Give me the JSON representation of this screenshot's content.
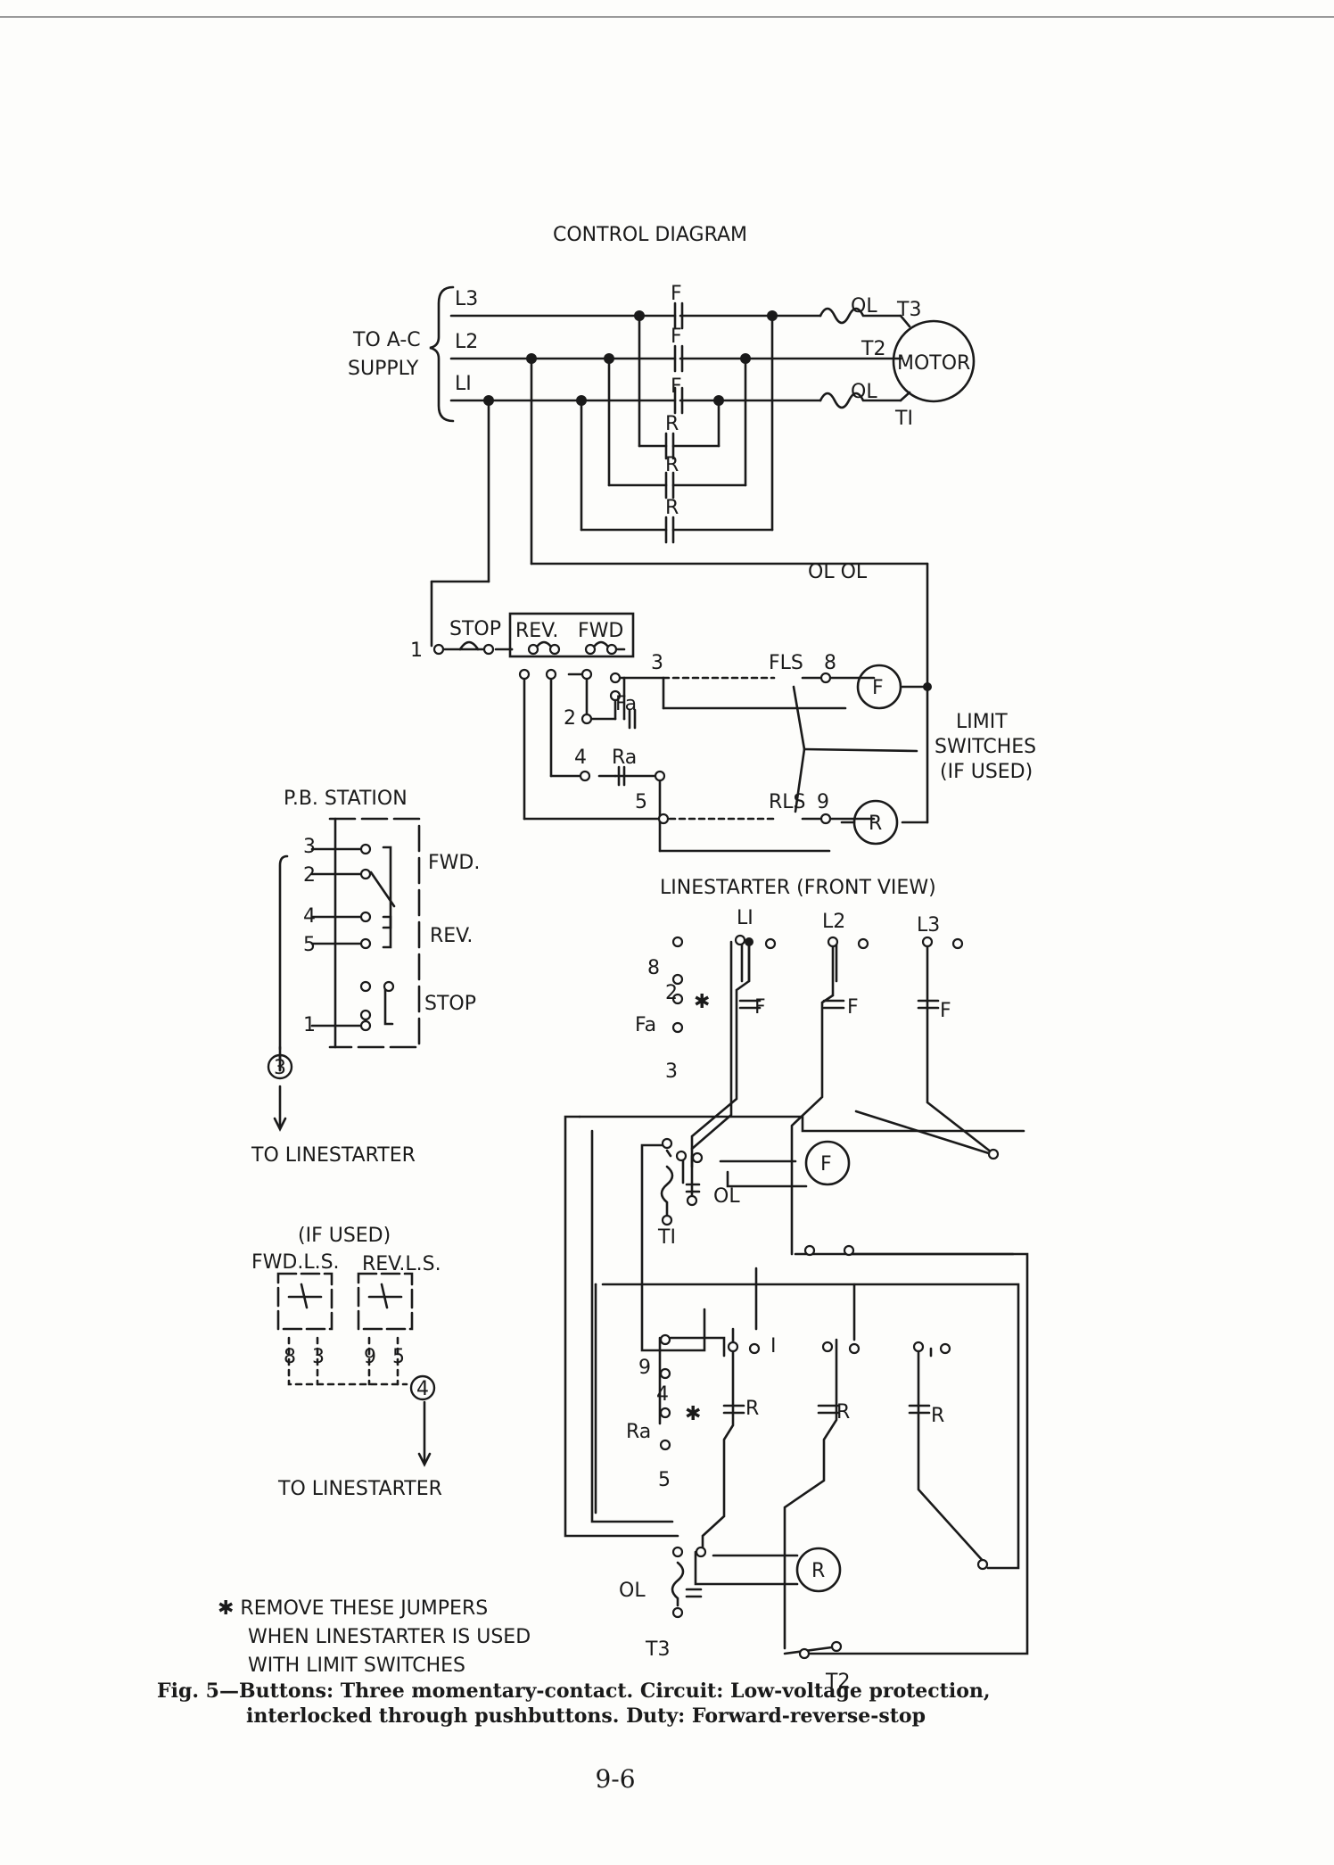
{
  "title": "CONTROL DIAGRAM",
  "supply": {
    "label_1": "TO A-C",
    "label_2": "SUPPLY",
    "lines": [
      "L3",
      "L2",
      "LI"
    ]
  },
  "motor": {
    "label": "MOTOR",
    "terminals": [
      "T3",
      "T2",
      "TI"
    ],
    "overload": "OL"
  },
  "contacts": {
    "forward": "F",
    "reverse": "R"
  },
  "control": {
    "stop": "STOP",
    "rev": "REV.",
    "fwd": "FWD",
    "fa": "Fa",
    "ra": "Ra",
    "fls": "FLS",
    "rls": "RLS",
    "ol_ol": "OL  OL",
    "nodes": [
      "1",
      "2",
      "3",
      "4",
      "5",
      "8",
      "9"
    ],
    "coil_f": "F",
    "coil_r": "R",
    "limit_switches": [
      "LIMIT",
      "SWITCHES",
      "(IF USED)"
    ]
  },
  "pb_station": {
    "title": "P.B. STATION",
    "buttons": [
      "FWD.",
      "REV.",
      "STOP"
    ],
    "terminals": [
      "3",
      "2",
      "4",
      "5",
      "1"
    ],
    "terminal_ref": "3",
    "to_label": "TO LINESTARTER"
  },
  "limit_station": {
    "if_used": "(IF USED)",
    "fwd_ls": "FWD.L.S.",
    "rev_ls": "REV.L.S.",
    "terminals": [
      "8",
      "3",
      "9",
      "5"
    ],
    "terminal_ref": "4",
    "to_label": "TO LINESTARTER"
  },
  "linestarter": {
    "title": "LINESTARTER (FRONT VIEW)",
    "lines": [
      "LI",
      "L2",
      "L3"
    ],
    "outputs": [
      "TI",
      "T2",
      "T3"
    ],
    "aux_top": [
      "8",
      "2",
      "Fa",
      "3"
    ],
    "aux_bottom": [
      "9",
      "4",
      "Ra",
      "5"
    ],
    "node_1": "I",
    "star": "✱"
  },
  "note": {
    "line_1": "✱ REMOVE THESE JUMPERS",
    "line_2": "WHEN LINESTARTER IS USED",
    "line_3": "WITH LIMIT SWITCHES"
  },
  "caption": {
    "line_1": "Fig. 5—Buttons: Three momentary-contact. Circuit: Low-voltage protection,",
    "line_2": "interlocked through pushbuttons. Duty: Forward-reverse-stop"
  },
  "page_number": "9-6"
}
